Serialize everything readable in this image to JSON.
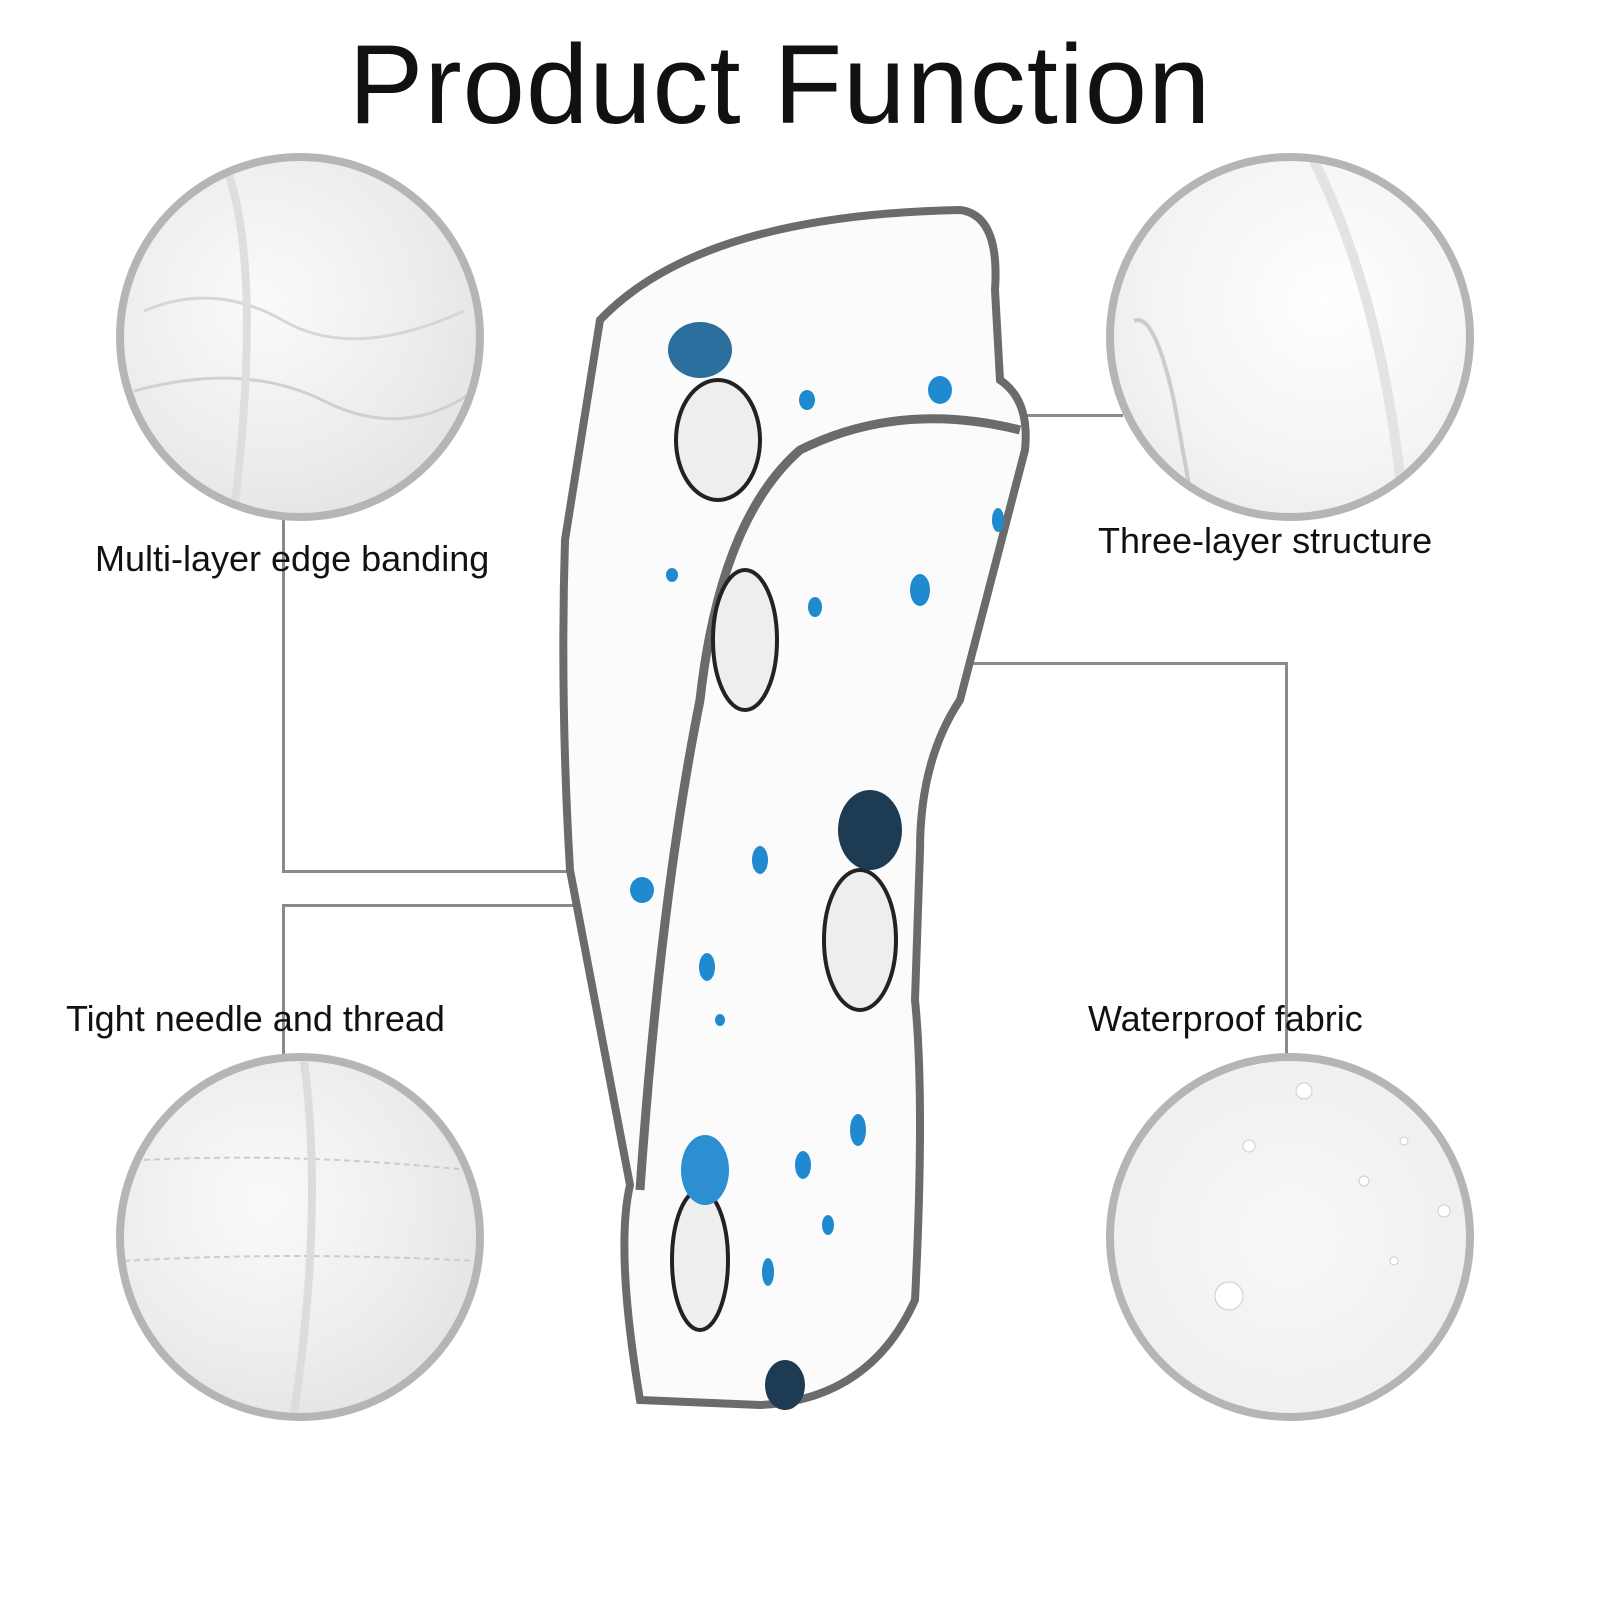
{
  "title": "Product Function",
  "features": [
    {
      "label": "Multi-layer edge banding"
    },
    {
      "label": "Three-layer structure"
    },
    {
      "label": "Tight needle and thread"
    },
    {
      "label": "Waterproof fabric"
    }
  ],
  "colors": {
    "accent_blue": "#1f8ad0",
    "circle_border": "#b5b5b5",
    "trim_gray": "#6b6b6b"
  }
}
